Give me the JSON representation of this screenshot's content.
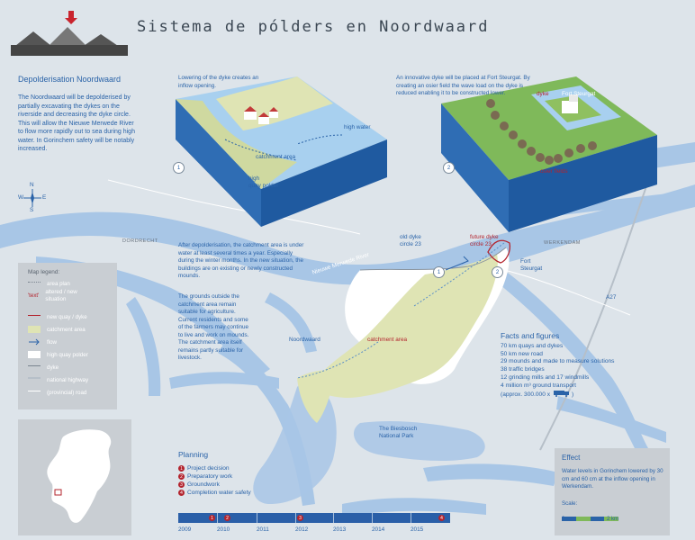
{
  "header": {
    "title": "Sistema de pólders en Noordwaard"
  },
  "intro": {
    "title": "Depolderisation Noordwaard",
    "text": "The Noordwaard will be depolderised by partially excavating the dykes on the riverside and decreasing the dyke circle. This will allow the Nieuwe Merwede River to flow more rapidly out to sea during high water. In Gorinchem safety will be notably increased."
  },
  "compass": {
    "n": "N",
    "s": "S",
    "e": "E",
    "w": "W"
  },
  "block1": {
    "number": "1",
    "caption": "Lowering of the dyke creates an inflow opening.",
    "label_high_water": "high water",
    "label_catchment": "catchment area",
    "label_high": "high",
    "label_quay_polder": "quay polder"
  },
  "block2": {
    "number": "2",
    "caption": "An innovative dyke will be placed at Fort Steurgat. By creating an osier field the wave load on the dyke is reduced enabling it to be constructed lower.",
    "label_dyke": "dyke",
    "label_fort": "Fort Steurgat",
    "label_osier": "osier fields"
  },
  "map_labels": {
    "dordrecht": "DORDRECHT",
    "werkendam": "WERKENDAM",
    "river": "Nieuwe Merwede River",
    "noordwaard": "Noordwaard",
    "catchment": "catchment area",
    "old_dyke_1": "old dyke",
    "old_dyke_2": "circle 23",
    "future_dyke_1": "future dyke",
    "future_dyke_2": "circle 23",
    "fort_1": "Fort",
    "fort_2": "Steurgat",
    "a27": "A27",
    "biesbosch_1": "The Biesbosch",
    "biesbosch_2": "National Park",
    "marker_1": "1",
    "marker_2": "2"
  },
  "after_text": "After depolderisation, the catchment area is under water at least several times a year. Especially during the winter months. In the new situation, the buildings are on existing or newly constructed mounds.",
  "grounds_text": "The grounds outside the catchment area remain suitable for agriculture. Current residents and some of the farmers may continue to live and work on mounds. The catchment area itself remains partly suitable for livestock.",
  "legend": {
    "title": "Map legend:",
    "items": [
      {
        "label": "area plan"
      },
      {
        "label": "altered / new situation",
        "prefix": "'text'"
      },
      {
        "label": "new quay / dyke"
      },
      {
        "label": "catchment area"
      },
      {
        "label": "flow"
      },
      {
        "label": "high quay polder"
      },
      {
        "label": "dyke"
      },
      {
        "label": "national highway"
      },
      {
        "label": "(provincial) road"
      }
    ]
  },
  "facts": {
    "title": "Facts and figures",
    "lines": [
      "70 km quays and dykes",
      "50 km new road",
      "29 mounds and made to measure solutions",
      "38 traffic bridges",
      "12 grinding mills and 17 windmills",
      "4 million m³ ground transport",
      "(approx. 300.000 x"
    ]
  },
  "planning": {
    "title": "Planning",
    "items": [
      {
        "num": "1",
        "label": "Project decision"
      },
      {
        "num": "2",
        "label": "Preparatory work"
      },
      {
        "num": "3",
        "label": "Groundwork"
      },
      {
        "num": "4",
        "label": "Completion water safety"
      }
    ],
    "years": [
      "2009",
      "2010",
      "2011",
      "2012",
      "2013",
      "2014",
      "2015"
    ],
    "markers": [
      "1",
      "2",
      "3",
      "4"
    ]
  },
  "effect": {
    "title": "Effect",
    "text": "Water levels in Gorinchem lowered by 30 cm and 60 cm at the inflow opening in Werkendam.",
    "scale_label": "Scale:",
    "scale_min": "0",
    "scale_max": "2 km"
  },
  "colors": {
    "water": "#a8c6e6",
    "land": "#dde4ea",
    "catchment": "#dfe4b4",
    "polder": "#ffffff",
    "dyke_new": "#b3242e",
    "text_blue": "#2a63a8"
  }
}
